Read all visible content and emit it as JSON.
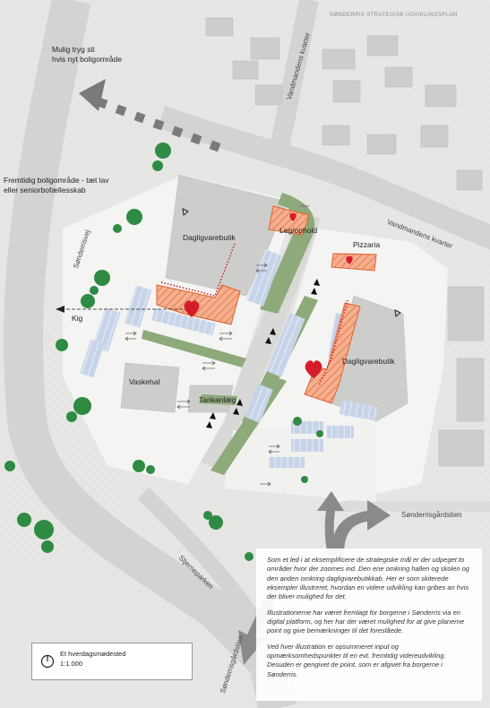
{
  "header": {
    "title": "SØNDERRIS STRATEGISK UDVIKLINGSPLAN"
  },
  "labels": {
    "housing_option": "Mulig tryg sti\nhvis nyt boligområde",
    "future_housing": "Fremtidig boligområde - tæt lav\neller seniorbofællesskab",
    "grocery_west": "Dagligvarebutik",
    "play": "Leg/ophold",
    "pizzeria": "Pizzaria",
    "grocery_east": "Dagligvarebutik",
    "view": "Kig",
    "laundry": "Vaskehal",
    "fuel": "Tankanlæg"
  },
  "streets": {
    "north": "Vandmandens kvarter",
    "east": "Vandmandens kvarter",
    "west": "Sønderrisvej",
    "south_west": "Stjerneparken",
    "south": "Sønderrisgårdstien",
    "south_east": "Sønderrisgårdstien"
  },
  "info": {
    "p1": "Som et led i at eksemplificere de strategiske mål er der udpeget to områder hvor der zoomes ind. Den ene omkring hallen og skolen og den anden omkring dagligvarebutikkab. Her er som skiterede eksempler illustreret, hvordan en videre udvikling kan gribes an hvis der bliver mulighed for det.",
    "p2": "Illustrationerne har været fremlagt for borgerne i Sønderris via en digital platform, og her har der været mulighed for at give planerne point og give bemærkninger til det foreslåede.",
    "p3": "Ved hver illustration er opsummeret input og opmærksomhedspunkter til en evt. fremtidig videreudvikling. Desuden er gengivet de point, som er afgivet fra borgerne i Sønderris."
  },
  "scale": {
    "meeting_place": "Et hverdagsmødested",
    "ratio": "1:1.000"
  },
  "colors": {
    "road": "#d3d3d3",
    "plaza": "#f5f5f5",
    "building": "#cfd0cd",
    "green": "#8eaa7b",
    "tree": "#2f8b43",
    "parking": "#c7d3e8",
    "highlight": "#e0602e",
    "heart": "#d41c2b",
    "arrow": "#7a7a7a"
  },
  "icons": [
    "heart-icon",
    "north-arrow-icon",
    "direction-arrow-icon",
    "bidirectional-arrow-icon"
  ]
}
